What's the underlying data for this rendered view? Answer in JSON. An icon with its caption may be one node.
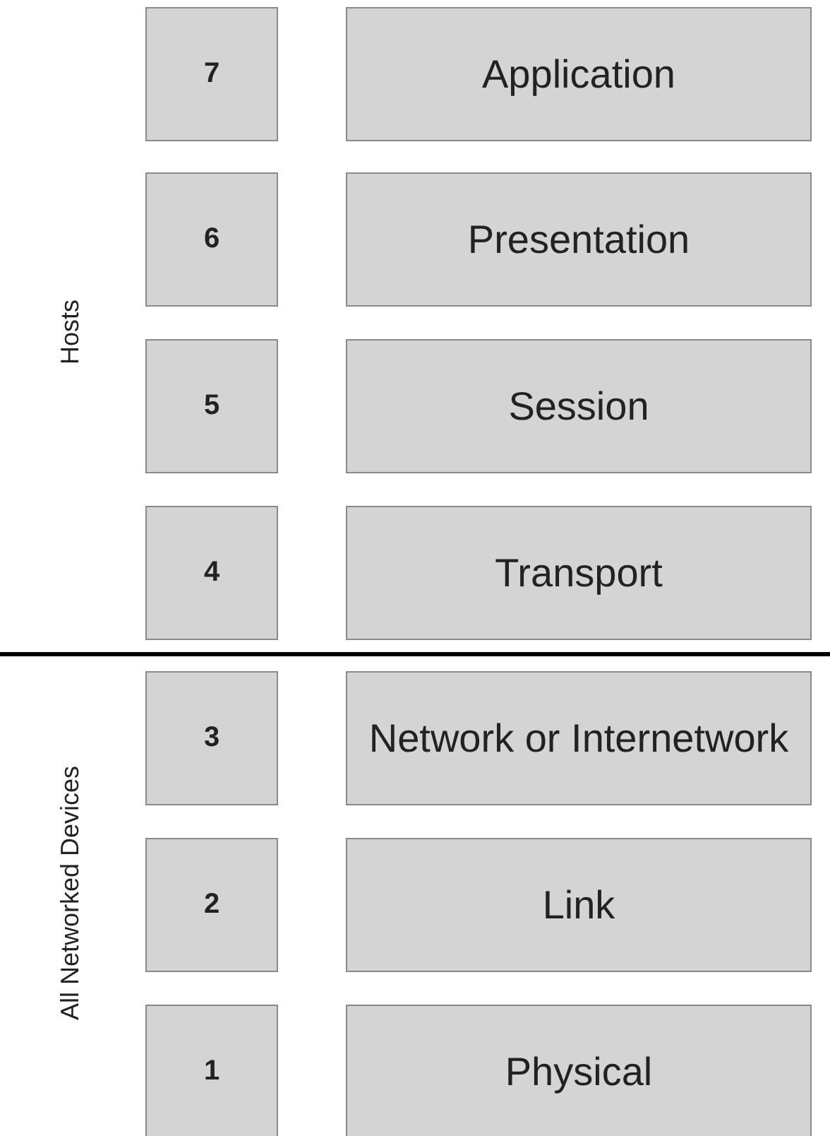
{
  "diagram": {
    "nodes": [
      {
        "text": [
          "7"
        ]
      },
      {
        "text": [
          "Application"
        ]
      },
      {
        "text": [
          "6"
        ]
      },
      {
        "text": [
          "Presentation"
        ]
      },
      {
        "text": [
          "5"
        ]
      },
      {
        "text": [
          "Session"
        ]
      },
      {
        "text": [
          "4"
        ]
      },
      {
        "text": [
          "Transport"
        ]
      },
      {
        "text": [
          "3"
        ]
      },
      {
        "text": [
          "Network or Internetwork"
        ]
      },
      {
        "text": [
          "2"
        ]
      },
      {
        "text": [
          "Link"
        ]
      },
      {
        "text": [
          "1"
        ]
      },
      {
        "text": [
          "Physical"
        ]
      }
    ],
    "labels": [
      "Hosts",
      "All Networked Devices"
    ]
  }
}
